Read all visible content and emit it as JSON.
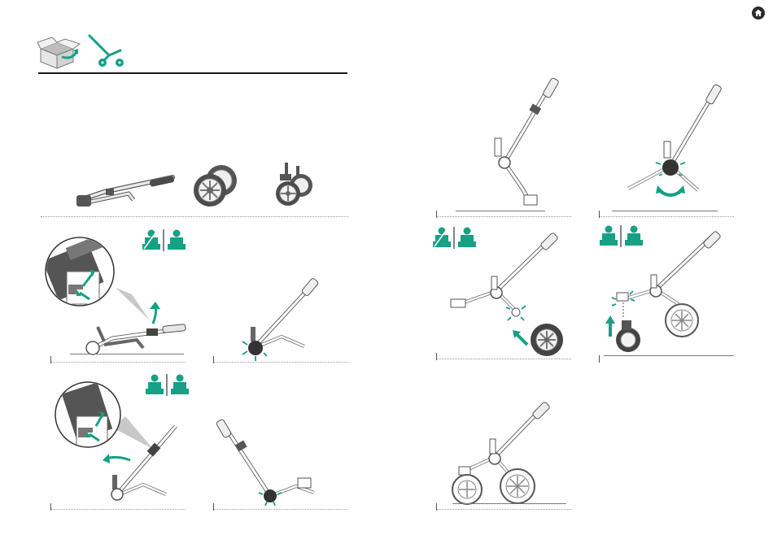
{
  "page": {
    "accent_color": "#16a085",
    "text_color": "#1a1a1a",
    "line_color": "#777777"
  },
  "navigation": {
    "home_button_icon": "home-icon"
  },
  "header": {
    "icons": [
      "box-unpack-icon",
      "stroller-frame-icon"
    ]
  },
  "steps": [
    {
      "name": "parts-overview",
      "icons": [
        "frame-folded",
        "rear-wheels",
        "front-wheels"
      ]
    },
    {
      "name": "unlock-fold-and-lift-handle",
      "icons": [
        "child-seat-icon",
        "child-seat-icon"
      ]
    },
    {
      "name": "hinge-lock-click"
    },
    {
      "name": "push-latch-and-unfold",
      "icons": [
        "child-seat-icon",
        "child-seat-icon"
      ]
    },
    {
      "name": "frame-unfolded-click"
    },
    {
      "name": "frame-standing"
    },
    {
      "name": "rotate-hinge"
    },
    {
      "name": "attach-rear-wheel",
      "icons": [
        "child-seat-icon",
        "child-seat-icon"
      ]
    },
    {
      "name": "attach-front-wheels",
      "icons": [
        "child-seat-icon",
        "child-seat-icon"
      ]
    },
    {
      "name": "assembled-frame"
    }
  ]
}
